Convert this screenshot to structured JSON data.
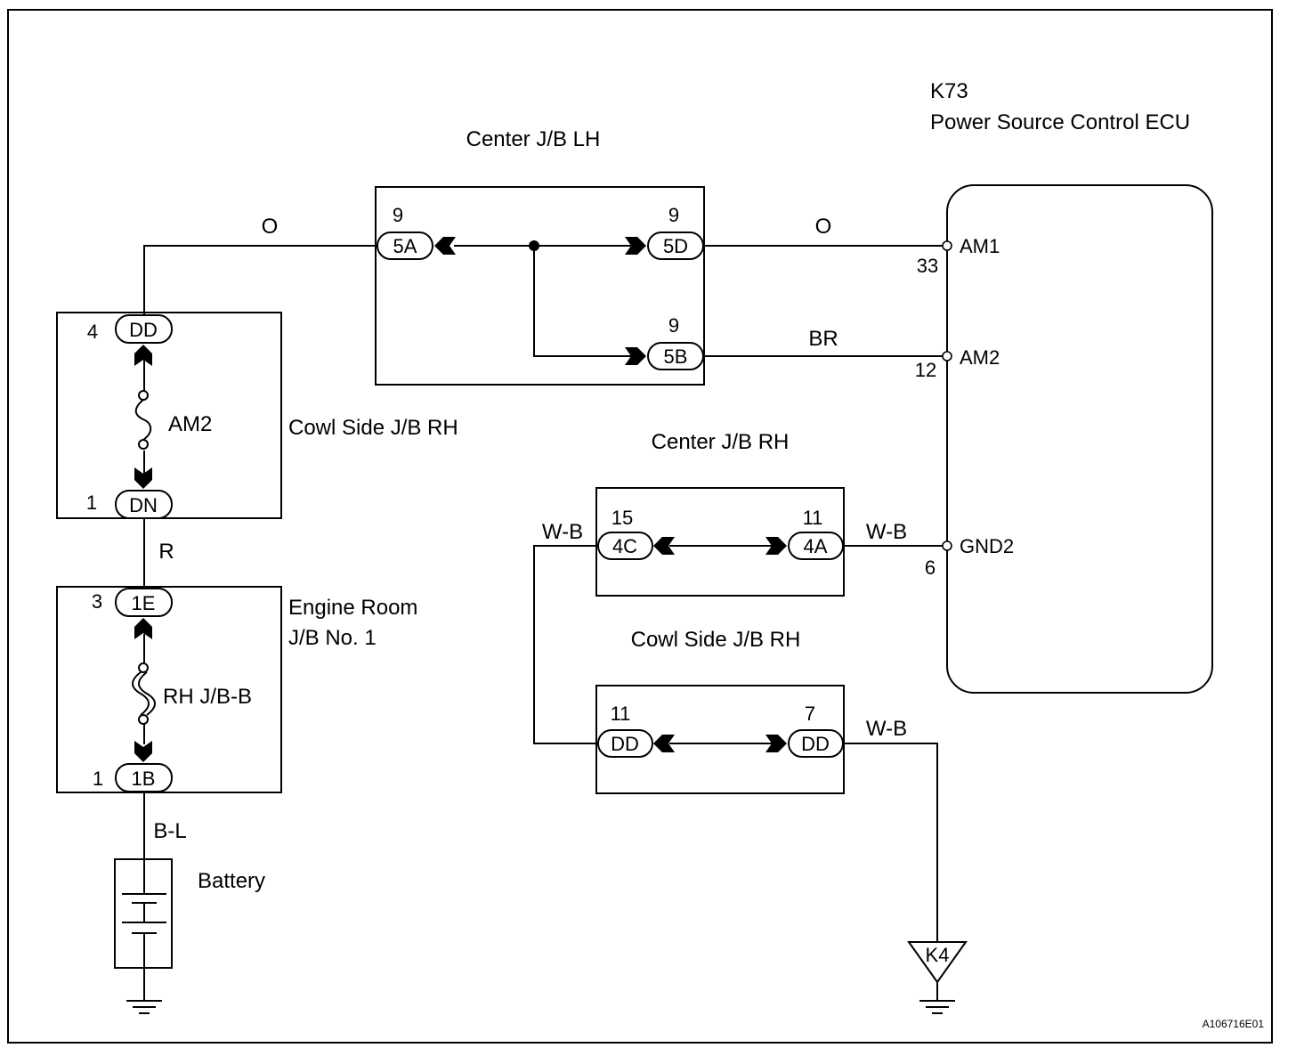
{
  "diagram_id": "A106716E01",
  "ecu": {
    "code": "K73",
    "name": "Power Source Control ECU",
    "pins": [
      {
        "label": "AM1",
        "number": "33"
      },
      {
        "label": "AM2",
        "number": "12"
      },
      {
        "label": "GND2",
        "number": "6"
      }
    ]
  },
  "boxes": {
    "center_jb_lh": "Center J/B LH",
    "cowl_side_jb_rh_top": "Cowl Side J/B RH",
    "engine_room_jb_line1": "Engine Room",
    "engine_room_jb_line2": "J/B No. 1",
    "center_jb_rh": "Center J/B RH",
    "cowl_side_jb_rh_bottom": "Cowl Side J/B RH"
  },
  "connectors": {
    "c5A": {
      "label": "5A",
      "pin": "9"
    },
    "c5D": {
      "label": "5D",
      "pin": "9"
    },
    "c5B": {
      "label": "5B",
      "pin": "9"
    },
    "cDD_top": {
      "label": "DD",
      "pin": "4"
    },
    "cDN": {
      "label": "DN",
      "pin": "1"
    },
    "c1E": {
      "label": "1E",
      "pin": "3"
    },
    "c1B": {
      "label": "1B",
      "pin": "1"
    },
    "c4C": {
      "label": "4C",
      "pin": "15"
    },
    "c4A": {
      "label": "4A",
      "pin": "11"
    },
    "cDD_bl": {
      "label": "DD",
      "pin": "11"
    },
    "cDD_br": {
      "label": "DD",
      "pin": "7"
    }
  },
  "fuses": {
    "am2": "AM2",
    "rh_jb_b": "RH J/B-B"
  },
  "wires": {
    "o_left": "O",
    "o_right": "O",
    "br": "BR",
    "r": "R",
    "bl": "B-L",
    "wb_left": "W-B",
    "wb_right": "W-B",
    "wb_bottom": "W-B"
  },
  "battery": "Battery",
  "ground": "K4"
}
